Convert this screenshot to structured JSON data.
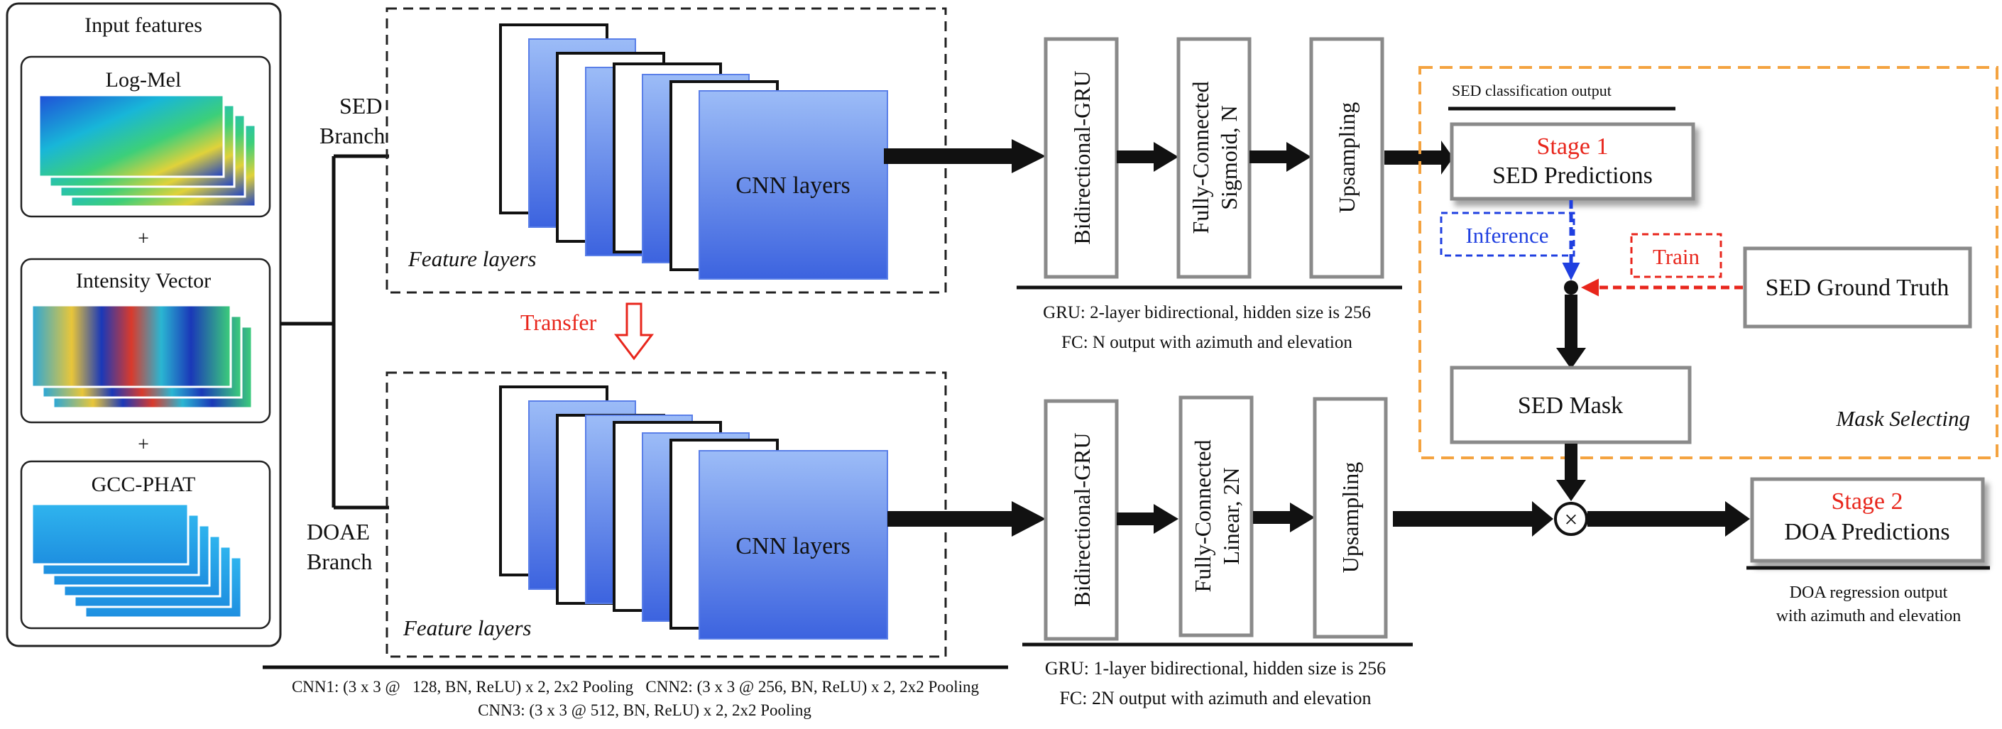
{
  "input_panel": {
    "title": "Input features",
    "features": [
      "Log-Mel",
      "Intensity Vector",
      "GCC-PHAT"
    ],
    "plus": "+"
  },
  "branches": {
    "sed": [
      "SED",
      "Branch"
    ],
    "doae": [
      "DOAE",
      "Branch"
    ]
  },
  "cnn": {
    "cnn_label": "CNN layers",
    "feature_label": "Feature layers",
    "transfer_label": "Transfer",
    "note_line1": "CNN1: (3 x 3 @   128, BN, ReLU) x 2, 2x2 Pooling   CNN2: (3 x 3 @ 256, BN, ReLU) x 2, 2x2 Pooling",
    "note_line2": "CNN3: (3 x 3 @ 512, BN, ReLU) x 2, 2x2 Pooling"
  },
  "sed_row": {
    "gru": "Bidirectional-GRU",
    "fc": [
      "Fully-Connected",
      "Sigmoid, N"
    ],
    "upsampling": "Upsampling",
    "note_gru": "GRU: 2-layer bidirectional, hidden size is 256",
    "note_fc": "FC: N output with azimuth and elevation"
  },
  "doae_row": {
    "gru": "Bidirectional-GRU",
    "fc": [
      "Fully-Connected",
      "Linear, 2N"
    ],
    "upsampling": "Upsampling",
    "note_gru": "GRU: 1-layer bidirectional, hidden size is 256",
    "note_fc": "FC: 2N output with azimuth and elevation"
  },
  "mask_select": {
    "title": "Mask Selecting",
    "sed_output_caption": "SED classification output",
    "stage1_label": "Stage 1",
    "stage1_text": "SED Predictions",
    "inference_label": "Inference",
    "train_label": "Train",
    "ground_truth": "SED Ground Truth",
    "mask": "SED Mask"
  },
  "output": {
    "stage2_label": "Stage 2",
    "stage2_text": "DOA Predictions",
    "caption": [
      "DOA regression output",
      "with azimuth and elevation"
    ],
    "multiply_symbol": "×"
  },
  "colors": {
    "stage_red": "#e8261c",
    "inference_blue": "#1f3fe0",
    "train_red": "#e8261c",
    "mask_orange": "#f4a340",
    "cnn_blue_light": "#8fb3f5",
    "cnn_blue_dark": "#3a66e0",
    "box_gray": "#8a8a8a"
  }
}
